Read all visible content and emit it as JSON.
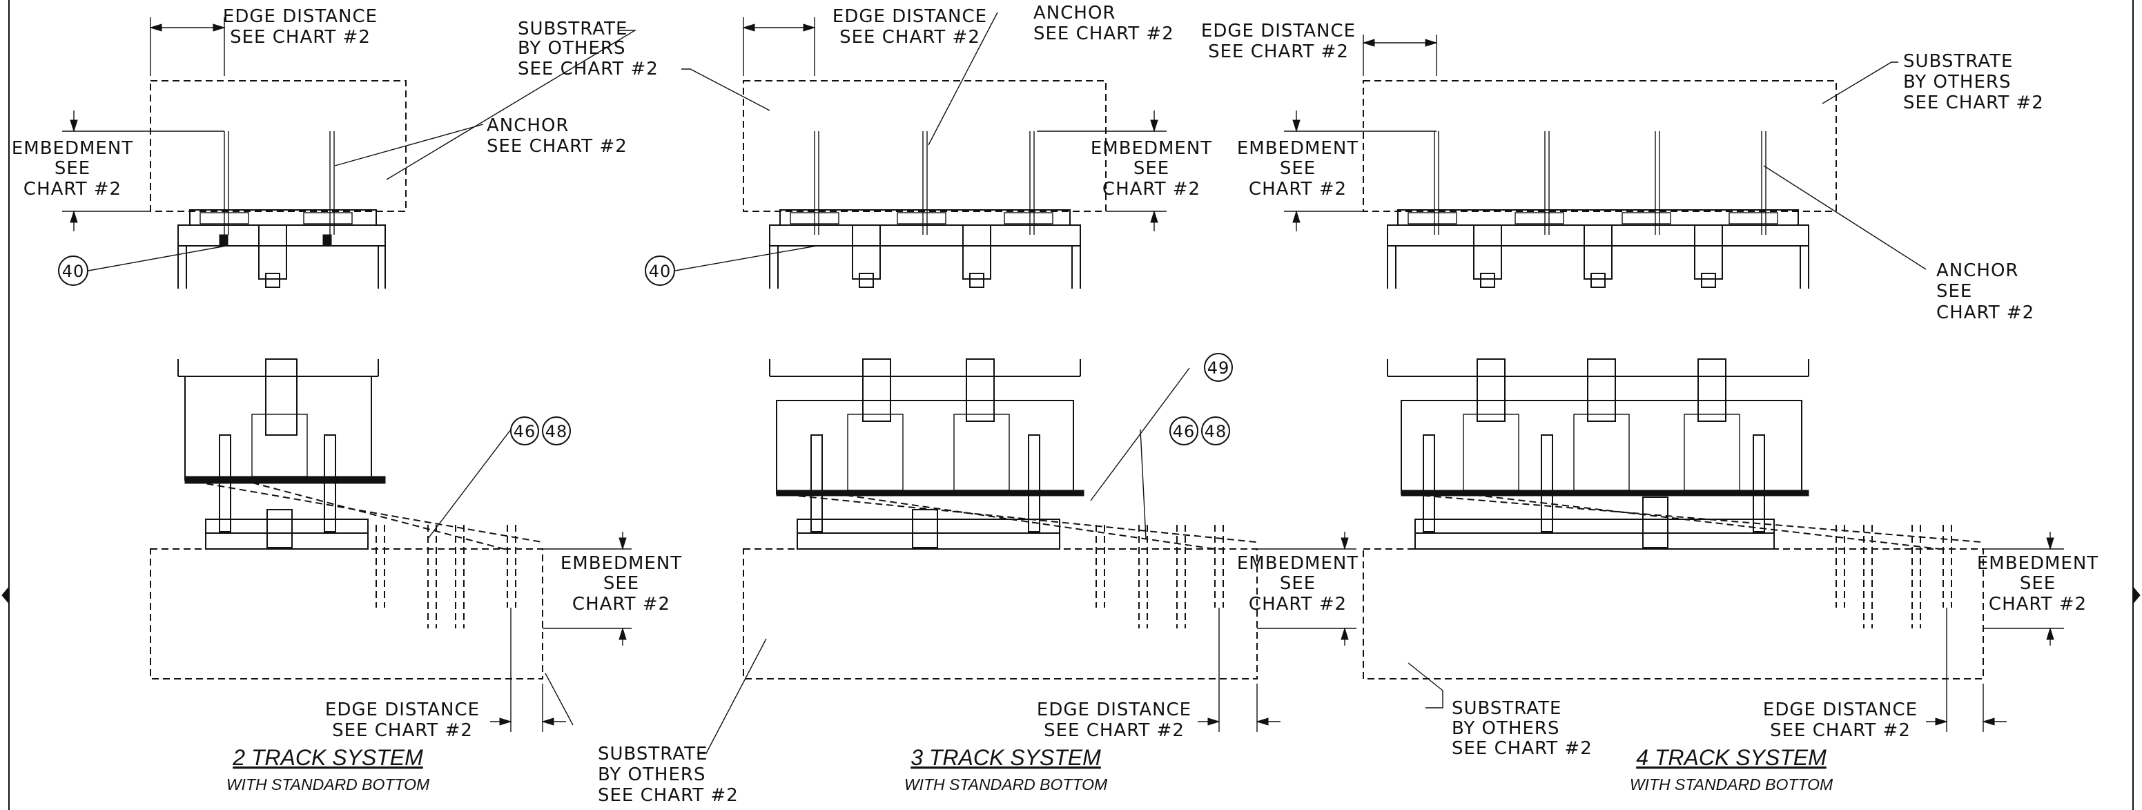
{
  "labels": {
    "edge_distance_1": "EDGE DISTANCE",
    "edge_distance_2": "SEE CHART #2",
    "substrate_1": "SUBSTRATE",
    "substrate_2": "BY OTHERS",
    "substrate_3": "SEE CHART #2",
    "anchor_1": "ANCHOR",
    "anchor_2": "SEE CHART #2",
    "anchor_see": "SEE",
    "anchor_chart": "CHART #2",
    "embedment_1": "EMBEDMENT",
    "embedment_2": "SEE",
    "embedment_3": "CHART #2"
  },
  "callouts": {
    "c40": "40",
    "c46": "46",
    "c48": "48",
    "c49": "49"
  },
  "systems": [
    {
      "title": "2 TRACK SYSTEM",
      "subtitle": "WITH STANDARD BOTTOM"
    },
    {
      "title": "3 TRACK SYSTEM",
      "subtitle": "WITH STANDARD BOTTOM"
    },
    {
      "title": "4 TRACK SYSTEM",
      "subtitle": "WITH STANDARD BOTTOM"
    }
  ]
}
